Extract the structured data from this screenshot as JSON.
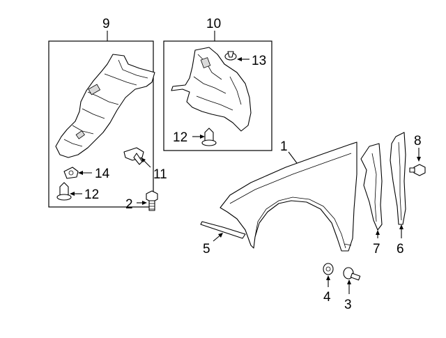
{
  "callouts": {
    "c1": "1",
    "c2": "2",
    "c3": "3",
    "c4": "4",
    "c5": "5",
    "c6": "6",
    "c7": "7",
    "c8": "8",
    "c9": "9",
    "c10": "10",
    "c11": "11",
    "c12a": "12",
    "c12b": "12",
    "c13": "13",
    "c14": "14"
  },
  "parts": {
    "p1": "fender",
    "p2": "bolt",
    "p3": "bolt",
    "p4": "nut",
    "p5": "molding",
    "p6": "seal",
    "p7": "insulator",
    "p8": "nut",
    "p9": "fender-liner-front",
    "p10": "fender-liner-rear",
    "p11": "clip",
    "p12": "clip",
    "p13": "retainer",
    "p14": "nut"
  }
}
